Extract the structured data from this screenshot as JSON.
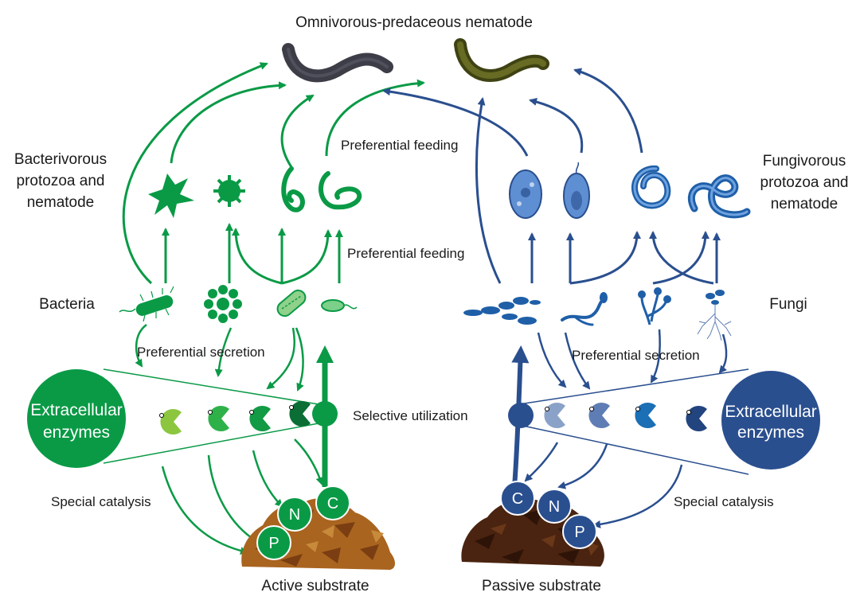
{
  "diagram": {
    "top_label": "Omnivorous-predaceous nematode",
    "left_group_label": [
      "Bacterivorous",
      "protozoa and",
      "nematode"
    ],
    "right_group_label": [
      "Fungivorous",
      "protozoa and",
      "nematode"
    ],
    "bacteria_label": "Bacteria",
    "fungi_label": "Fungi",
    "preferential_feeding_top": "Preferential feeding",
    "preferential_feeding_mid": "Preferential feeding",
    "preferential_secretion_left": "Preferential  secretion",
    "preferential_secretion_right": "Preferential  secretion",
    "selective_utilization": "Selective utilization",
    "left_enzymes_label": [
      "Extracellular",
      "enzymes"
    ],
    "right_enzymes_label": [
      "Extracellular",
      "enzymes"
    ],
    "special_catalysis_left": "Special catalysis",
    "special_catalysis_right": "Special catalysis",
    "active_substrate": "Active substrate",
    "passive_substrate": "Passive substrate",
    "nutrients_active": [
      "C",
      "N",
      "P"
    ],
    "nutrients_passive": [
      "C",
      "N",
      "P"
    ]
  },
  "colors": {
    "green": "#0a9a46",
    "blue": "#2a4f8f",
    "nematode_dark": "#3d3d47",
    "nematode_olive": "#565a1f",
    "soil": "#9a5a1c",
    "soil_dark": "#4a2410",
    "green_enzyme_shades": [
      "#8cc63f",
      "#2fb14a",
      "#129a44",
      "#0a6e35"
    ],
    "blue_enzyme_shades": [
      "#8aa2c8",
      "#5f7db5",
      "#1a6fb5",
      "#22447f"
    ]
  }
}
